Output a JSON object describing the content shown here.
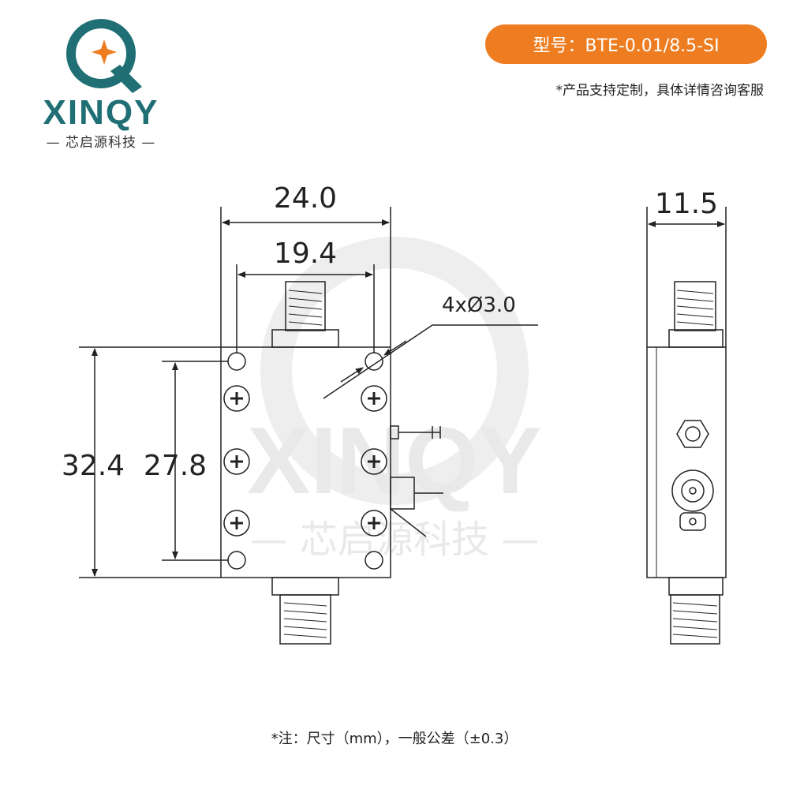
{
  "brand": {
    "name": "XINQY",
    "tagline": "— 芯启源科技 —",
    "colors": {
      "teal": "#1f6f74",
      "orange": "#ee7d22"
    }
  },
  "model_label": "型号：BTE-0.01/8.5-SI",
  "custom_note": "*产品支持定制，具体详情咨询客服",
  "dimensions": {
    "width_outer": "24.0",
    "width_inner": "19.4",
    "height_outer": "32.4",
    "height_inner": "27.8",
    "holes": "4xØ3.0",
    "depth": "11.5"
  },
  "watermark": {
    "word": "XINQY",
    "sub": "— 芯启源科技 —"
  },
  "tolerance_note": "*注：尺寸（mm），一般公差（±0.3）"
}
